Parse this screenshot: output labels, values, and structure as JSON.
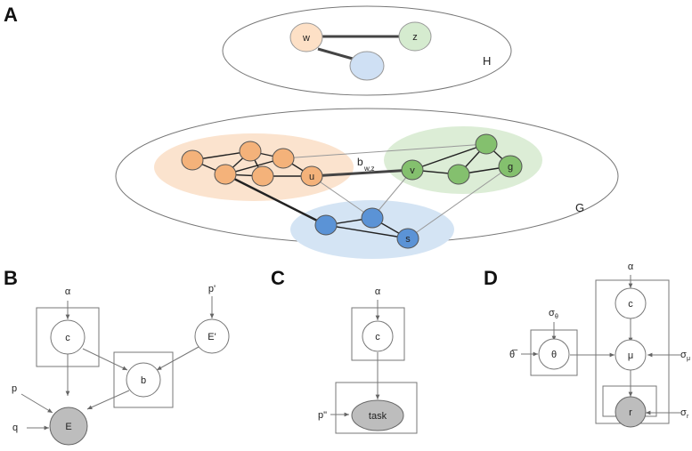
{
  "panels": {
    "A": {
      "label": "A",
      "graph_H": {
        "name": "H",
        "nodes": {
          "w": "w",
          "z": "z"
        }
      },
      "graph_G": {
        "name": "G",
        "nodes": {
          "u": "u",
          "v": "v",
          "g": "g",
          "s": "s"
        },
        "edge_label_main": "b",
        "edge_label_sub": "w,z"
      },
      "colors": {
        "orange": "#f6c08f",
        "green": "#8fc77e",
        "blue": "#5b93d6"
      }
    },
    "B": {
      "label": "B",
      "nodes": {
        "alpha": "α",
        "c": "c",
        "p_prime": "p'",
        "E_prime": "E'",
        "b": "b",
        "p": "p",
        "q": "q",
        "E": "E"
      }
    },
    "C": {
      "label": "C",
      "nodes": {
        "alpha": "α",
        "c": "c",
        "p_dbl": "p\"",
        "task": "task"
      }
    },
    "D": {
      "label": "D",
      "nodes": {
        "alpha": "α",
        "c": "c",
        "mu": "μ",
        "theta": "θ",
        "theta_bar": "θ̅",
        "r": "r",
        "sigma": "σ",
        "sub_theta": "θ",
        "sub_mu": "μ",
        "sub_r": "r"
      }
    }
  }
}
